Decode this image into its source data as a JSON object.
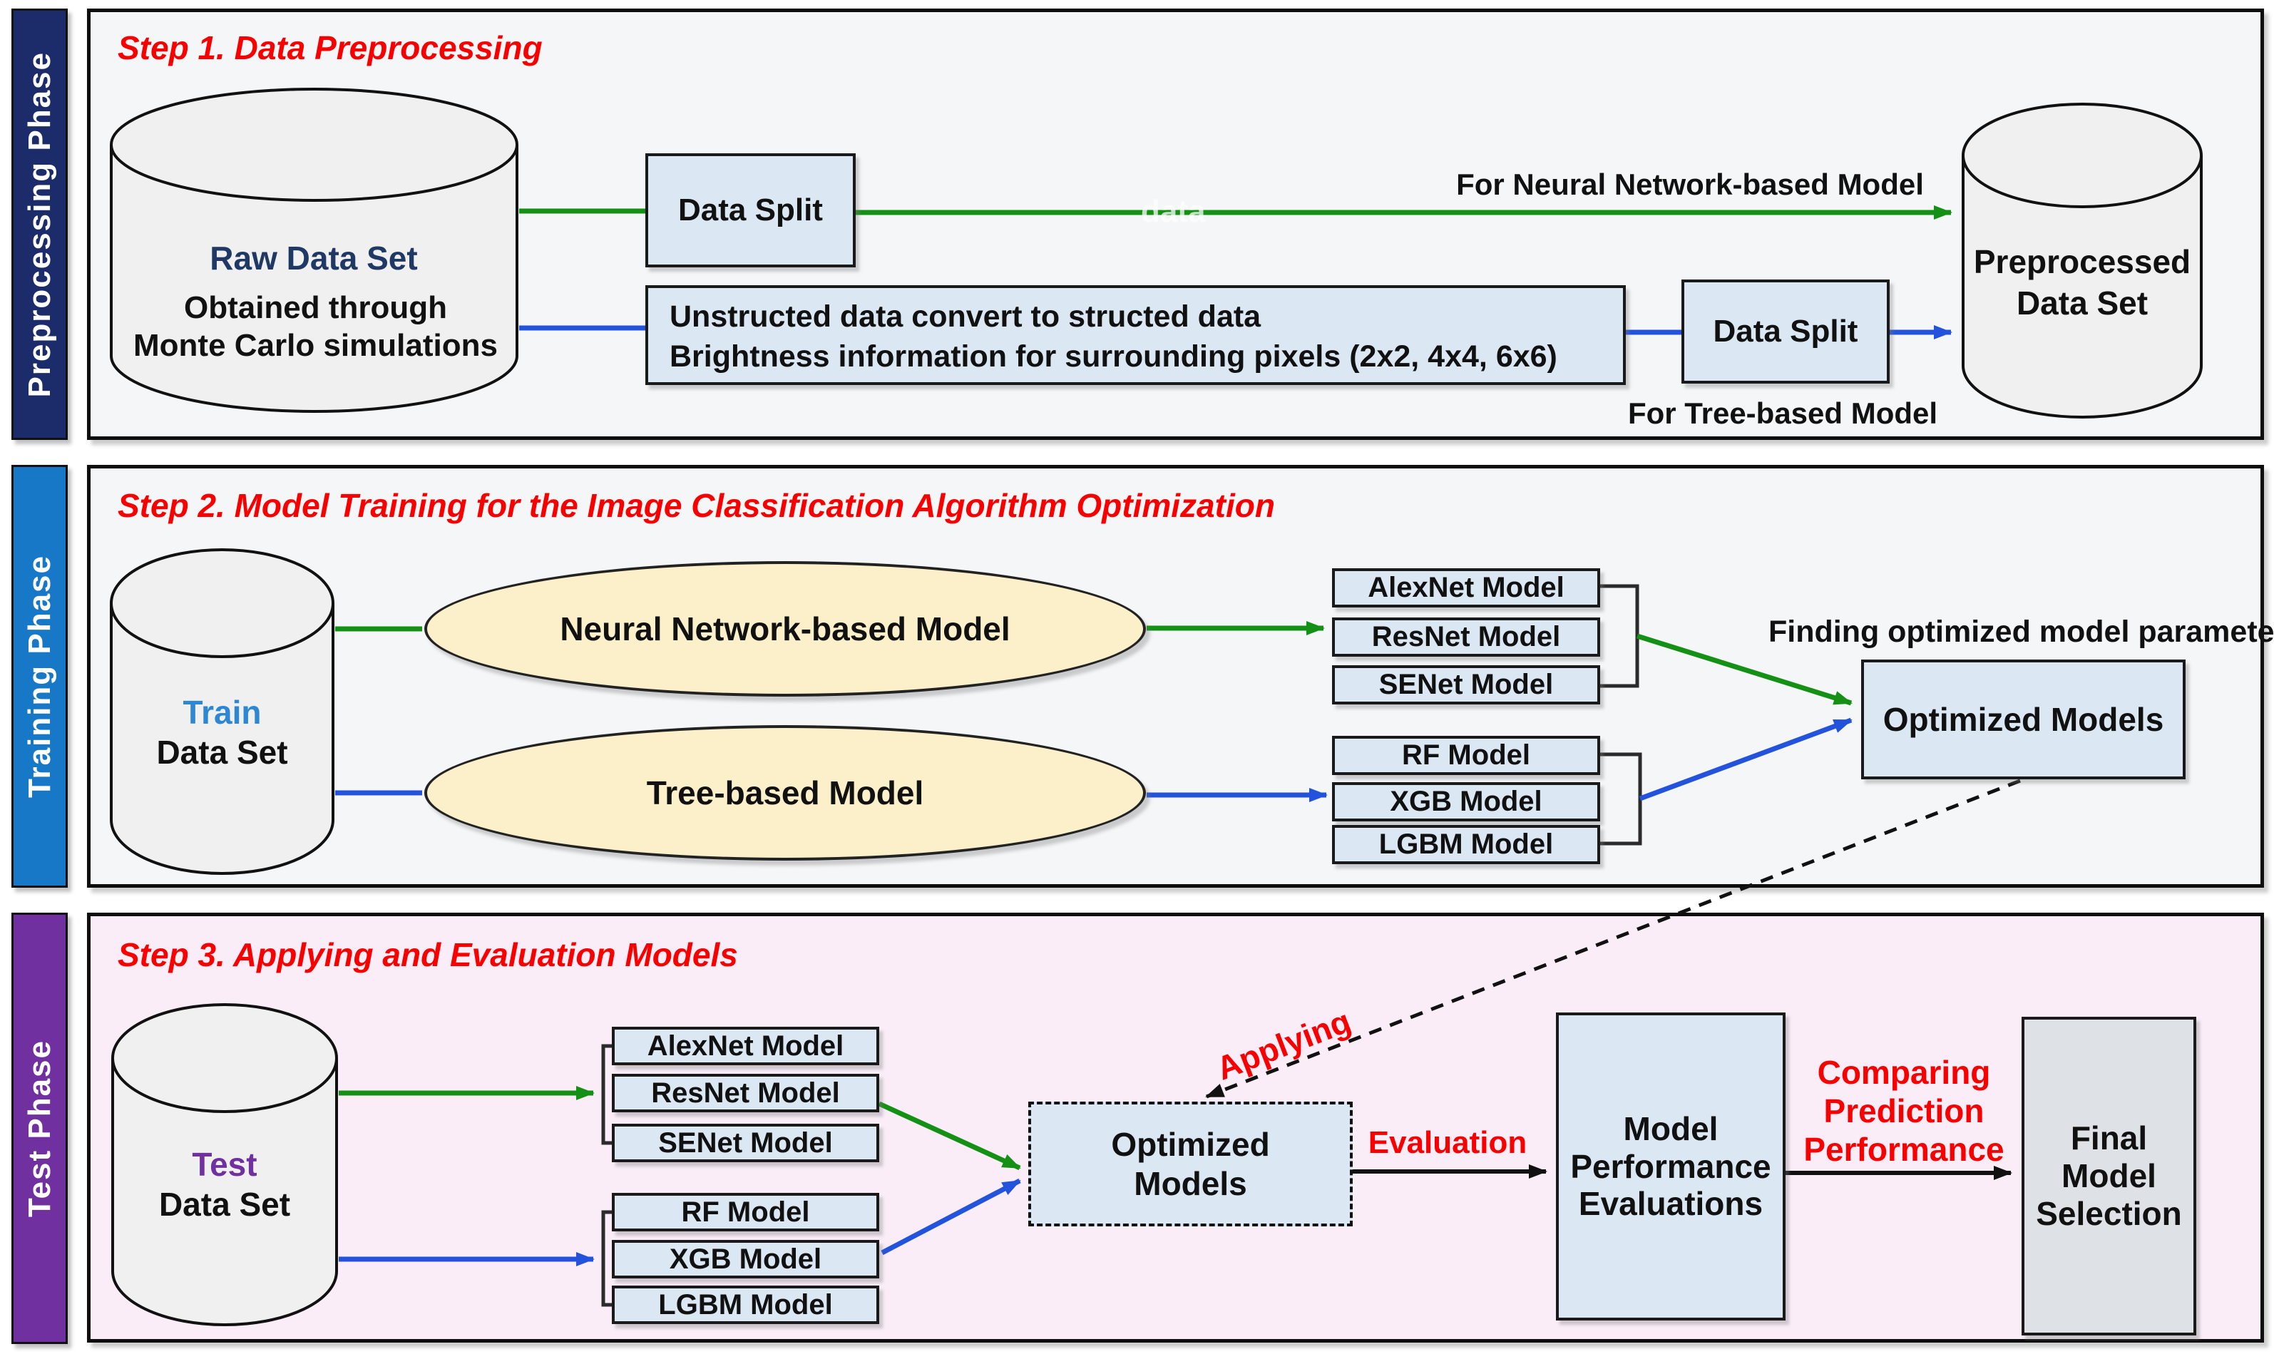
{
  "colors": {
    "red_accent": "#f80000",
    "green_arrow": "#149114",
    "blue_arrow": "#2353dd",
    "navy_sidebar": "#1c2b69",
    "blue_sidebar": "#1878c8",
    "purple_sidebar": "#7030a0",
    "light_blue_box_fill": "#dbe8f4",
    "ellipse_fill": "#fcf0cb",
    "test_panel_bg": "#faedf8",
    "gray_box_fill": "#dee2e6",
    "raw_label_navy": "#1f3864",
    "train_label_blue": "#2d87d3",
    "test_label_purple": "#7030a0"
  },
  "phase1": {
    "sidebar_label": "Preprocessing Phase",
    "title": "Step 1. Data Preprocessing",
    "raw_cylinder_title": "Raw Data Set",
    "raw_cylinder_sub1": "Obtained through",
    "raw_cylinder_sub2": "Monte Carlo simulations",
    "data_split_1": "Data Split",
    "convert_box_line1": "Unstructed data convert to structed data",
    "convert_box_line2": "Brightness information for surrounding pixels (2x2, 4x4, 6x6)",
    "nn_route_label": "For Neural Network-based Model",
    "watermark": "data",
    "data_split_2": "Data Split",
    "tree_route_label": "For Tree-based Model",
    "preprocessed_line1": "Preprocessed",
    "preprocessed_line2": "Data Set"
  },
  "phase2": {
    "sidebar_label": "Training Phase",
    "title": "Step 2. Model Training for the Image Classification Algorithm Optimization",
    "train_line1": "Train",
    "train_line2": "Data Set",
    "nn_ellipse": "Neural Network-based Model",
    "tree_ellipse": "Tree-based Model",
    "nn_models": [
      "AlexNet Model",
      "ResNet Model",
      "SENet Model"
    ],
    "tree_models": [
      "RF Model",
      "XGB Model",
      "LGBM Model"
    ],
    "finding_label": "Finding optimized model parameters",
    "optimized_box": "Optimized Models"
  },
  "phase3": {
    "sidebar_label": "Test Phase",
    "title": "Step 3. Applying and Evaluation Models",
    "test_line1": "Test",
    "test_line2": "Data Set",
    "nn_models": [
      "AlexNet Model",
      "ResNet Model",
      "SENet Model"
    ],
    "tree_models": [
      "RF Model",
      "XGB Model",
      "LGBM Model"
    ],
    "applying_label": "Applying",
    "optimized_line1": "Optimized",
    "optimized_line2": "Models",
    "evaluation_label": "Evaluation",
    "mpe_line1": "Model",
    "mpe_line2": "Performance",
    "mpe_line3": "Evaluations",
    "comparing_line1": "Comparing",
    "comparing_line2": "Prediction",
    "comparing_line3": "Performance",
    "final_line1": "Final",
    "final_line2": "Model",
    "final_line3": "Selection"
  }
}
